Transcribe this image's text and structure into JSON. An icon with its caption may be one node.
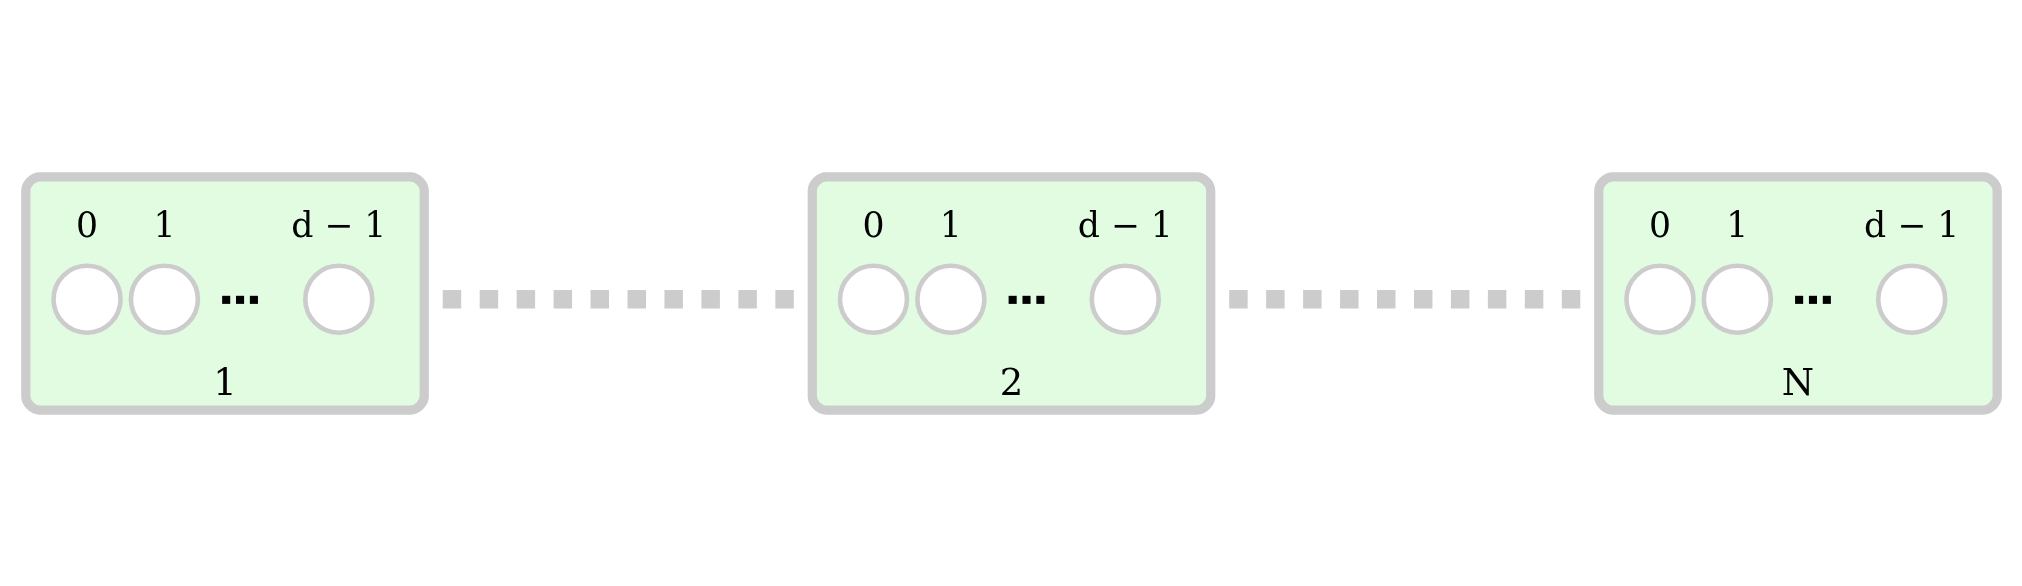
{
  "diagram": {
    "nodes": [
      {
        "text": [
          "1"
        ]
      },
      {
        "text": [],
        "shape": "circle",
        "in": 0,
        "beside": [
          "0"
        ]
      },
      {
        "text": [],
        "shape": "circle",
        "in": 0,
        "beside": [
          "1"
        ]
      },
      {
        "text": [],
        "shape": "circle",
        "in": 0,
        "beside": [
          "d − 1"
        ]
      },
      {
        "text": [
          "2"
        ]
      },
      {
        "text": [],
        "shape": "circle",
        "in": 4,
        "beside": [
          "0"
        ]
      },
      {
        "text": [],
        "shape": "circle",
        "in": 4,
        "beside": [
          "1"
        ]
      },
      {
        "text": [],
        "shape": "circle",
        "in": 4,
        "beside": [
          "d − 1"
        ]
      },
      {
        "text": [
          "N"
        ]
      },
      {
        "text": [],
        "shape": "circle",
        "in": 8,
        "beside": [
          "0"
        ]
      },
      {
        "text": [],
        "shape": "circle",
        "in": 8,
        "beside": [
          "1"
        ]
      },
      {
        "text": [],
        "shape": "circle",
        "in": 8,
        "beside": [
          "d − 1"
        ]
      }
    ],
    "edges": []
  }
}
